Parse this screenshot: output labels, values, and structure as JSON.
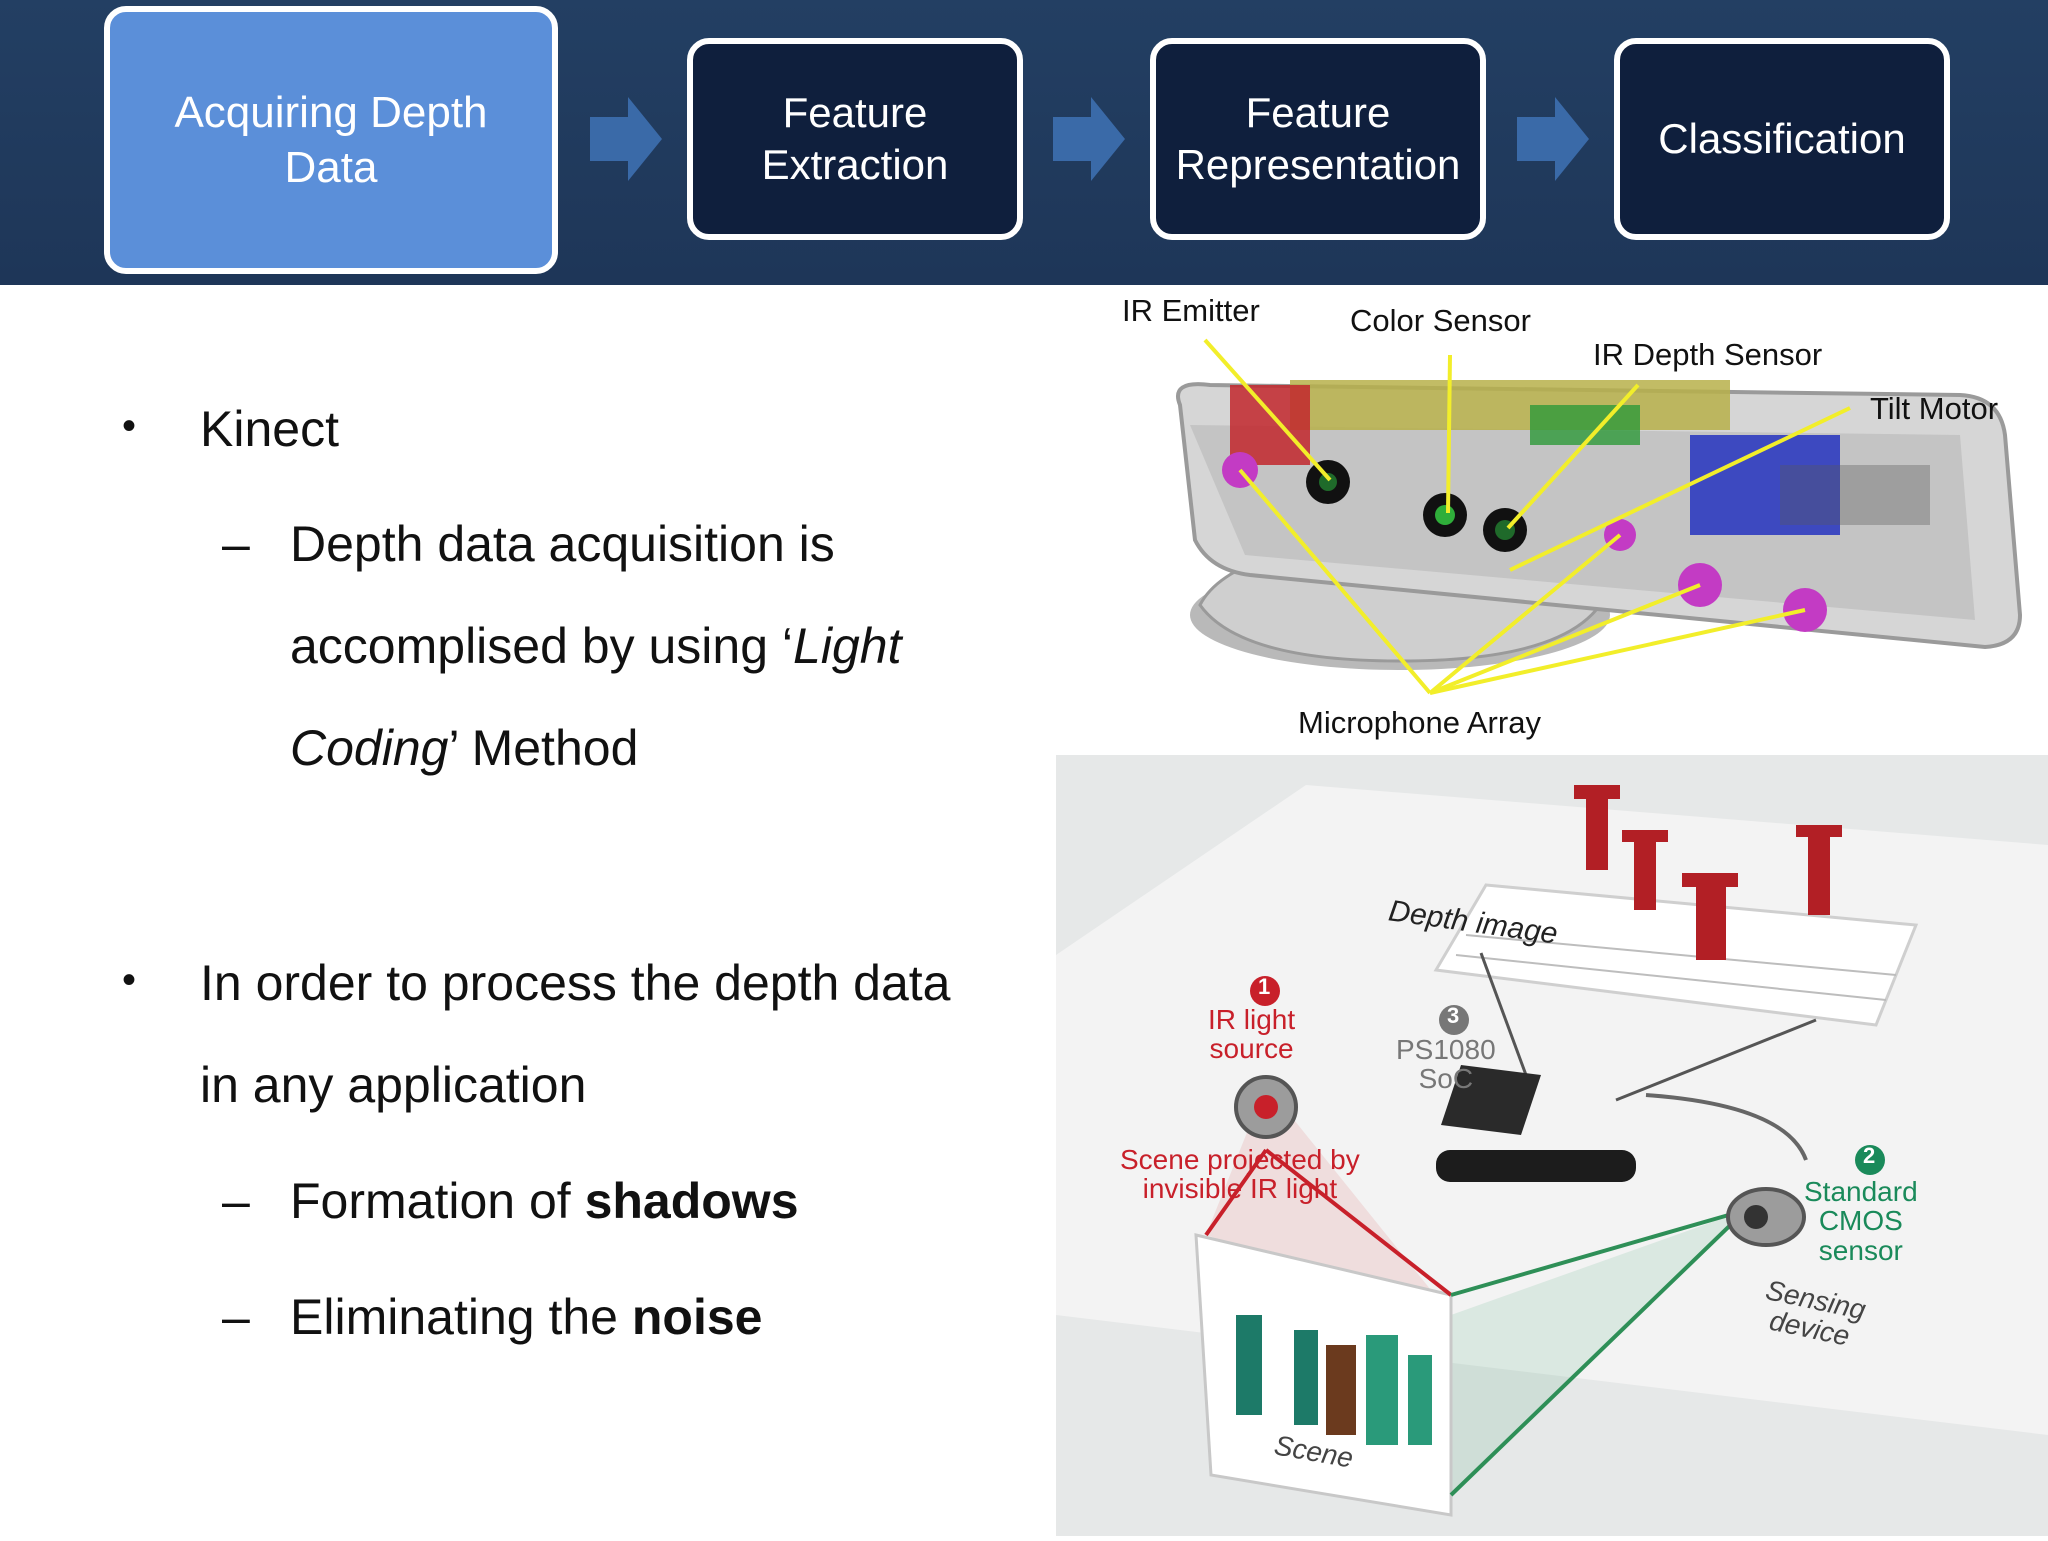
{
  "pipeline": {
    "steps": [
      {
        "label": "Acquiring Depth\nData",
        "active": true
      },
      {
        "label": "Feature\nExtraction",
        "active": false
      },
      {
        "label": "Feature\nRepresentation",
        "active": false
      },
      {
        "label": "Classification",
        "active": false
      }
    ]
  },
  "bullets": {
    "kinect": "Kinect",
    "kinect_sub": {
      "line1": "Depth data acquisition is",
      "line2_pre": "accomplised by using ‘",
      "line2_ital": "Light",
      "line3_ital": "Coding",
      "line3_post": "’ Method"
    },
    "process_line1": "In order to process the depth data",
    "process_line2": "in any application",
    "shadows_pre": "Formation of ",
    "shadows_bold": "shadows",
    "noise_pre": "Eliminating the ",
    "noise_bold": "noise"
  },
  "kinect_diagram": {
    "labels": {
      "ir_emitter": "IR Emitter",
      "color_sensor": "Color Sensor",
      "ir_depth_sensor": "IR Depth Sensor",
      "tilt_motor": "Tilt Motor",
      "microphone_array": "Microphone Array"
    }
  },
  "light_coding_diagram": {
    "depth_image": "Depth image",
    "step1_num": "1",
    "ir_light_source": "IR light\nsource",
    "step3_num": "3",
    "soc": "PS1080\nSoC",
    "scene_projected": "Scene projected by\ninvisible IR light",
    "step2_num": "2",
    "cmos": "Standard\nCMOS\nsensor",
    "sensing_device": "Sensing\ndevice",
    "scene": "Scene",
    "colors": {
      "red": "#c8202a",
      "green": "#1a8a5a",
      "gray": "#777777"
    }
  }
}
